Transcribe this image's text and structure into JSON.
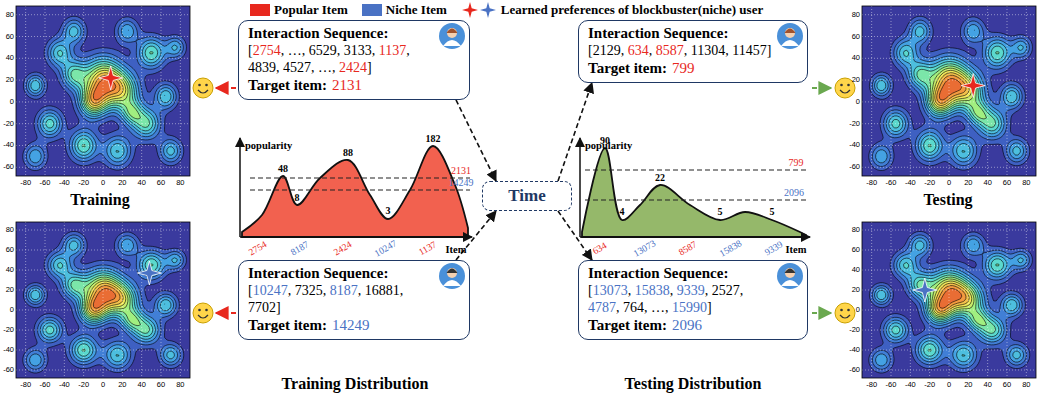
{
  "diagram": {
    "nodes": [
      {
        "text": [
          "Interaction Sequence:",
          "[2754, …, 6529, 3133, 1137, 4839, 4527, …, 2424]",
          "Target item:",
          "2131"
        ]
      },
      {
        "text": [
          "Interaction Sequence:",
          "[10247, 7325, 8187, 16881, 7702]",
          "Target item:",
          "14249"
        ]
      },
      {
        "text": [
          "Interaction Sequence:",
          "[2129, 634, 8587, 11304, 11457]",
          "Target item:",
          "799"
        ]
      },
      {
        "text": [
          "Interaction Sequence:",
          "[13073, 15838, 9339, 2527, 4787, 764, …, 15990]",
          "Target item:",
          "2096"
        ]
      },
      {
        "text": [
          "Time"
        ]
      }
    ],
    "edges": [
      {
        "from": 0,
        "to": 4,
        "arrow": "to"
      },
      {
        "from": 1,
        "to": 4,
        "arrow": "to"
      },
      {
        "from": 4,
        "to": 2,
        "arrow": "to"
      },
      {
        "from": 4,
        "to": 3,
        "arrow": "to"
      }
    ],
    "labels": [
      "Training",
      "Training Distribution",
      "Testing",
      "Testing Distribution",
      "popularity",
      "Item",
      "48",
      "8",
      "88",
      "3",
      "182",
      "2131",
      "14249",
      "2754",
      "8187",
      "2424",
      "10247",
      "1137",
      "popularity",
      "Item",
      "90",
      "4",
      "22",
      "5",
      "5",
      "799",
      "2096",
      "634",
      "13073",
      "8587",
      "15838",
      "9339",
      "-80",
      "-60",
      "-40",
      "-20",
      "0",
      "20",
      "40",
      "60",
      "80",
      "80",
      "60",
      "40",
      "20",
      "0",
      "-20",
      "-40",
      "-60",
      "-80",
      "-60",
      "-40",
      "-20",
      "0",
      "20",
      "40",
      "60",
      "80",
      "80",
      "60",
      "40",
      "20",
      "0",
      "-20",
      "-40",
      "-60",
      "-80",
      "-60",
      "-40",
      "-20",
      "0",
      "20",
      "40",
      "60",
      "80",
      "80",
      "60",
      "40",
      "20",
      "0",
      "-20",
      "-40",
      "-60",
      "-80",
      "-60",
      "-40",
      "-20",
      "0",
      "20",
      "40",
      "60",
      "80",
      "80",
      "60",
      "40",
      "20",
      "0",
      "-20",
      "-40",
      "-60"
    ],
    "legend": [
      {
        "text": "Popular Item",
        "color": "#e8281e"
      },
      {
        "text": "Niche Item",
        "color": "#4a72c4"
      },
      {
        "text": "Learned preferences of blockbuster(niche) user"
      }
    ]
  }
}
